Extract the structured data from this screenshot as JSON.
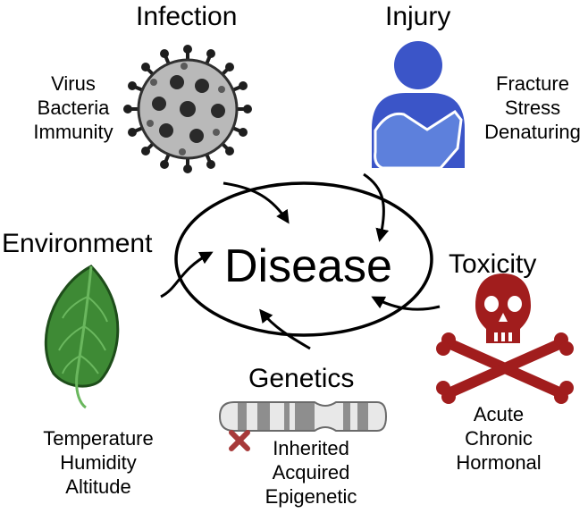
{
  "center_label": "Disease",
  "categories": {
    "infection": {
      "title": "Infection",
      "items": [
        "Virus",
        "Bacteria",
        "Immunity"
      ],
      "icon": "virus-icon"
    },
    "injury": {
      "title": "Injury",
      "items": [
        "Fracture",
        "Stress",
        "Denaturing"
      ],
      "icon": "injured-person-icon"
    },
    "environment": {
      "title": "Environment",
      "items": [
        "Temperature",
        "Humidity",
        "Altitude"
      ],
      "icon": "leaf-icon"
    },
    "toxicity": {
      "title": "Toxicity",
      "items": [
        "Acute",
        "Chronic",
        "Hormonal"
      ],
      "icon": "skull-crossbones-icon"
    },
    "genetics": {
      "title": "Genetics",
      "items": [
        "Inherited",
        "Acquired",
        "Epigenetic"
      ],
      "icon": "chromosome-icon",
      "marker_icon": "red-x-icon"
    }
  },
  "colors": {
    "injury_blue": "#3b55c8",
    "sling_blue": "#5d80dc",
    "leaf_green": "#3e8a35",
    "skull_red": "#a11d1d",
    "x_red": "#a73a3a",
    "chromosome_gray": "#8e8e8e"
  }
}
